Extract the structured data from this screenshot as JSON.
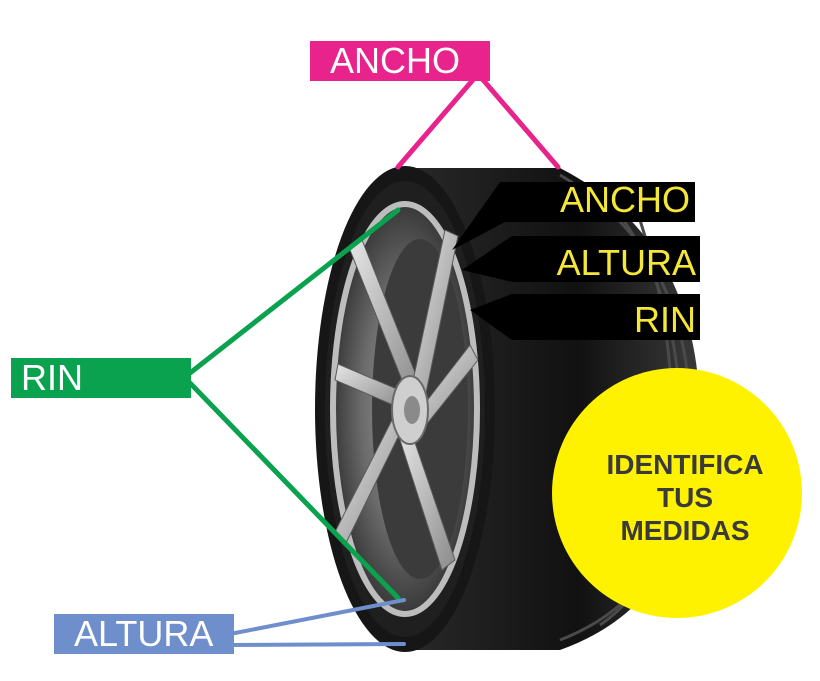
{
  "labels": {
    "ancho_top": "ANCHO",
    "rin_left": "RIN",
    "altura_bottom": "ALTURA"
  },
  "sidewall_specs": {
    "ancho": "ANCHO",
    "altura": "ALTURA",
    "rin": "RIN"
  },
  "badge": {
    "line1": "IDENTIFICA",
    "line2": "TUS",
    "line3": "MEDIDAS"
  },
  "colors": {
    "ancho": "#e8238c",
    "rin": "#0aa24f",
    "altura": "#6e8fcc",
    "badge": "#fff200",
    "spec_text": "#f5e63a",
    "spec_bg": "#000000"
  }
}
